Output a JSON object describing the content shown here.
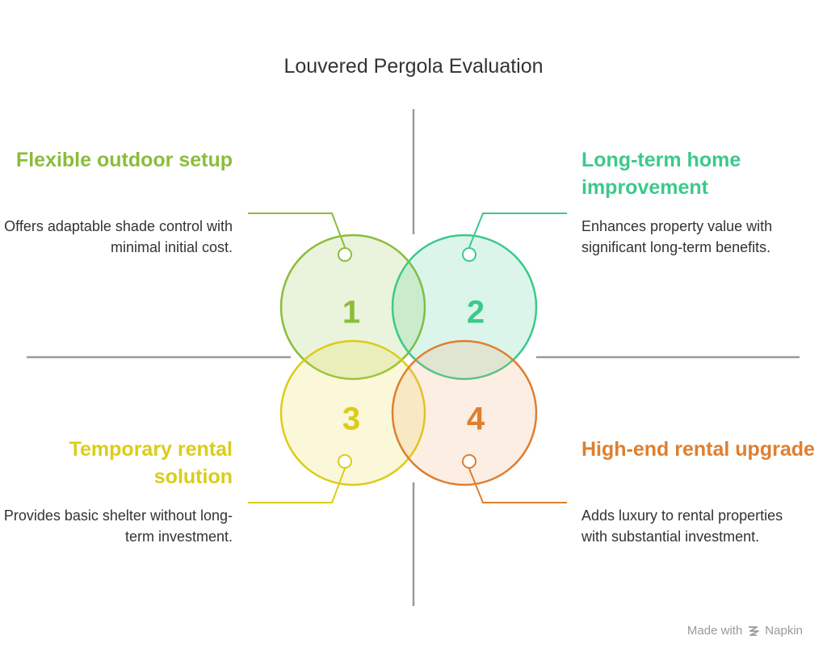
{
  "title": "Louvered Pergola Evaluation",
  "colors": {
    "q1": "#8bbd3a",
    "q2": "#3cc98a",
    "q3": "#dccc19",
    "q4": "#df7f2f",
    "axis": "#9a9a9a"
  },
  "quadrants": [
    {
      "number": "1",
      "heading": "Flexible outdoor setup",
      "description": "Offers adaptable shade control with minimal initial cost."
    },
    {
      "number": "2",
      "heading": "Long-term home improvement",
      "description": "Enhances property value with significant long-term benefits."
    },
    {
      "number": "3",
      "heading": "Temporary rental solution",
      "description": "Provides basic shelter without long-term investment."
    },
    {
      "number": "4",
      "heading": "High-end rental upgrade",
      "description": "Adds luxury to rental properties with substantial investment."
    }
  ],
  "footer": {
    "made_with": "Made with",
    "brand": "Napkin",
    "brand_icon": "napkin-logo-icon"
  }
}
